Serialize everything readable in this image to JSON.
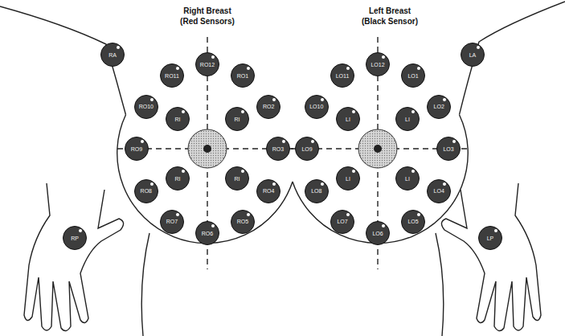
{
  "diagram": {
    "nodes": [
      {
        "text": [
          "RA"
        ]
      },
      {
        "text": [
          "LA"
        ]
      },
      {
        "text": [
          "RO1"
        ]
      },
      {
        "text": [
          "RO2"
        ]
      },
      {
        "text": [
          "RO3"
        ]
      },
      {
        "text": [
          "RO4"
        ]
      },
      {
        "text": [
          "RO5"
        ]
      },
      {
        "text": [
          "RO6"
        ]
      },
      {
        "text": [
          "RO7"
        ]
      },
      {
        "text": [
          "RO8"
        ]
      },
      {
        "text": [
          "RO9"
        ]
      },
      {
        "text": [
          "RO10"
        ]
      },
      {
        "text": [
          "RO11"
        ]
      },
      {
        "text": [
          "RO12"
        ]
      },
      {
        "text": [
          "RI"
        ]
      },
      {
        "text": [
          "RI"
        ]
      },
      {
        "text": [
          "RI"
        ]
      },
      {
        "text": [
          "RI"
        ]
      },
      {
        "text": [
          "LO1"
        ]
      },
      {
        "text": [
          "LO2"
        ]
      },
      {
        "text": [
          "LO3"
        ]
      },
      {
        "text": [
          "LO4"
        ]
      },
      {
        "text": [
          "LO5"
        ]
      },
      {
        "text": [
          "LO6"
        ]
      },
      {
        "text": [
          "LO7"
        ]
      },
      {
        "text": [
          "LO8"
        ]
      },
      {
        "text": [
          "LO9"
        ]
      },
      {
        "text": [
          "LO10"
        ]
      },
      {
        "text": [
          "LO11"
        ]
      },
      {
        "text": [
          "LO12"
        ]
      },
      {
        "text": [
          "LI"
        ]
      },
      {
        "text": [
          "LI"
        ]
      },
      {
        "text": [
          "LI"
        ]
      },
      {
        "text": [
          "LI"
        ]
      },
      {
        "text": [
          "RP"
        ]
      },
      {
        "text": [
          "LP"
        ]
      }
    ],
    "labels": [
      "Right Breast",
      "(Red Sensors)",
      "Left Breast",
      "(Black Sensor)"
    ]
  }
}
